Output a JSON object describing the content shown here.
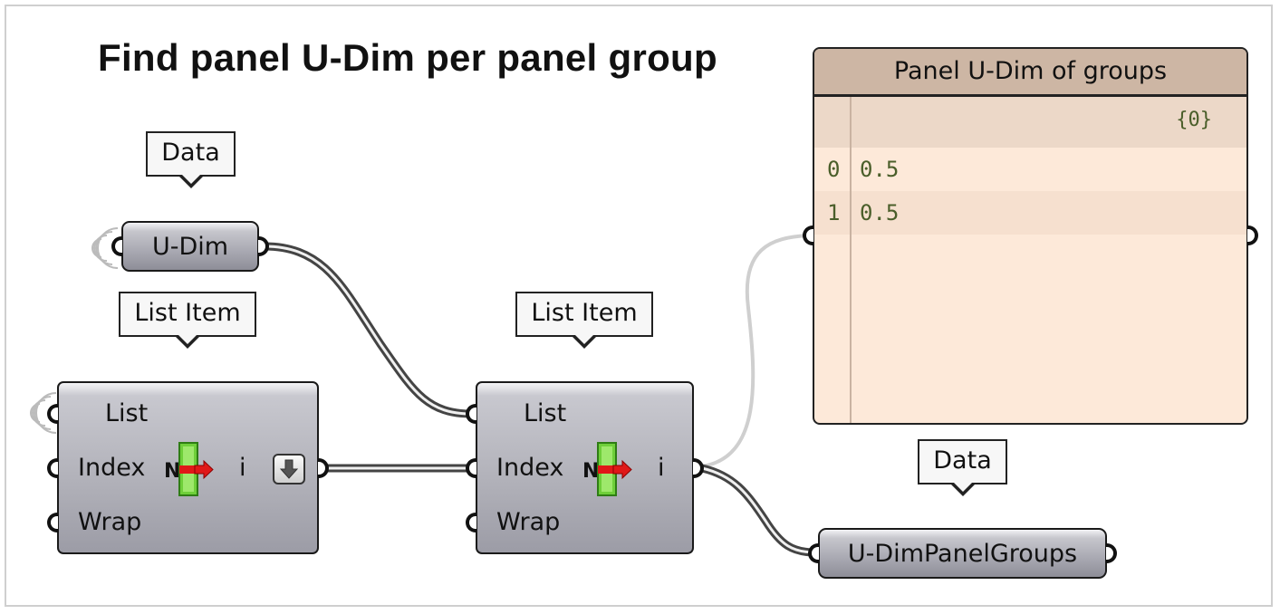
{
  "title": "Find panel U-Dim per panel group",
  "bubbles": {
    "udim_data": "Data",
    "listitem1": "List Item",
    "listitem2": "List Item",
    "out_data": "Data"
  },
  "udim_param": "U-Dim",
  "output_param": "U-DimPanelGroups",
  "list_item_1": {
    "list": "List",
    "index": "Index",
    "wrap": "Wrap",
    "n": "N",
    "i": "i"
  },
  "list_item_2": {
    "list": "List",
    "index": "Index",
    "wrap": "Wrap",
    "n": "N",
    "i": "i"
  },
  "panel": {
    "title": "Panel U-Dim of groups",
    "branch": "{0}",
    "rows": [
      {
        "index": "0",
        "value": "0.5"
      },
      {
        "index": "1",
        "value": "0.5"
      }
    ]
  },
  "colors": {
    "panel_bg": "#fde9d9",
    "panel_header": "#cdb6a4",
    "component": "#a9a9b2",
    "wire": "#555555"
  }
}
